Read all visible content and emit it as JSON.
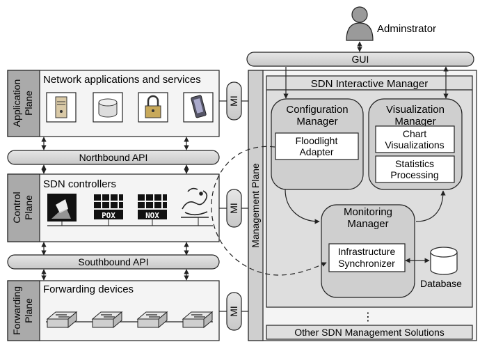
{
  "admin": {
    "label": "Adminstrator"
  },
  "gui": {
    "label": "GUI"
  },
  "planes": {
    "application": {
      "line1": "Application",
      "line2": "Plane",
      "title": "Network applications and services",
      "icons": [
        "server-icon",
        "database-icon",
        "lock-icon",
        "mobile-device-icon"
      ]
    },
    "control": {
      "line1": "Control",
      "line2": "Plane",
      "title": "SDN controllers",
      "icons": [
        "floodlight-logo-icon",
        "pox-logo-icon",
        "nox-logo-icon",
        "ryu-logo-icon"
      ],
      "pox_text": "POX",
      "nox_text": "NOX"
    },
    "forwarding": {
      "line1": "Forwarding",
      "line2": "Plane",
      "title": "Forwarding devices",
      "icons": [
        "switch-icon",
        "switch-icon",
        "switch-icon",
        "switch-icon"
      ]
    }
  },
  "apis": {
    "northbound": "Northbound API",
    "southbound": "Southbound API"
  },
  "mi": {
    "label": "MI"
  },
  "management_plane": {
    "label": "Management Plane"
  },
  "manager": {
    "title": "SDN Interactive Manager",
    "configuration": {
      "line1": "Configuration",
      "line2": "Manager"
    },
    "floodlight_adapter": {
      "line1": "Floodlight",
      "line2": "Adapter"
    },
    "visualization": {
      "line1": "Visualization",
      "line2": "Manager"
    },
    "chart_viz": {
      "line1": "Chart",
      "line2": "Visualizations"
    },
    "stats": {
      "line1": "Statistics",
      "line2": "Processing"
    },
    "monitoring": {
      "line1": "Monitoring",
      "line2": "Manager"
    },
    "infra_sync": {
      "line1": "Infrastructure",
      "line2": "Synchronizer"
    },
    "database": {
      "label": "Database"
    }
  },
  "ellipsis": "⋮",
  "other_solutions": {
    "label": "Other SDN Management Solutions"
  },
  "colors": {
    "plane_label": "#aaaaaa",
    "panel": "#f4f4f4",
    "pill": "#d9d9d9",
    "manager_bg": "#dedede",
    "module": "#cfcfcf",
    "box": "#ffffff",
    "stroke": "#222222"
  }
}
